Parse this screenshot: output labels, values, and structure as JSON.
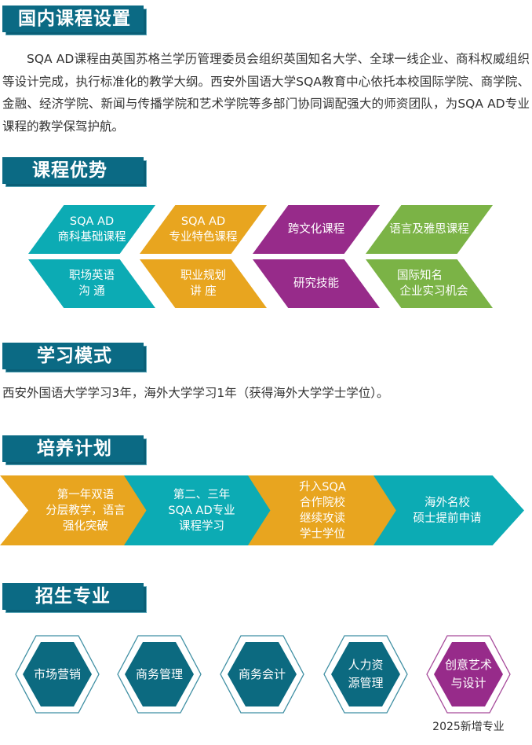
{
  "colors": {
    "header_bg": "#0b6a84",
    "teal": "#0cabb4",
    "orange": "#e8a51f",
    "purple": "#972b8a",
    "green": "#7bb346",
    "hex_fill": "#0c6a80",
    "hex_purple": "#972b8a",
    "text": "#333333"
  },
  "sections": {
    "domestic": {
      "title": "国内课程设置",
      "paragraph": "SQA AD课程由英国苏格兰学历管理委员会组织英国知名大学、全球一线企业、商科权威组织等设计完成，执行标准化的教学大纲。西安外国语大学SQA教育中心依托本校国际学院、商学院、金融、经济学院、新闻与传播学院和艺术学院等多部门协同调配强大的师资团队，为SQA AD专业课程的教学保驾护航。"
    },
    "advantages": {
      "title": "课程优势",
      "top_row": [
        {
          "line1": "SQA AD",
          "line2": "商科基础课程",
          "color": "teal"
        },
        {
          "line1": "SQA AD",
          "line2": "专业特色课程",
          "color": "orange"
        },
        {
          "line1": "跨文化课程",
          "line2": "",
          "color": "purple"
        },
        {
          "line1": "语言及雅思课程",
          "line2": "",
          "color": "green"
        }
      ],
      "bottom_row": [
        {
          "line1": "职场英语",
          "line2": "沟 通",
          "color": "teal"
        },
        {
          "line1": "职业规划",
          "line2": "讲 座",
          "color": "orange"
        },
        {
          "line1": "研究技能",
          "line2": "",
          "color": "purple"
        },
        {
          "line1": "国际知名",
          "line2": "企业实习机会",
          "color": "green"
        }
      ]
    },
    "study_mode": {
      "title": "学习模式",
      "text": "西安外国语大学学习3年，海外大学学习1年（获得海外大学学士学位）。"
    },
    "plan": {
      "title": "培养计划",
      "steps": [
        {
          "lines": [
            "第一年双语",
            "分层教学，语言",
            "强化突破"
          ],
          "color": "orange"
        },
        {
          "lines": [
            "第二、三年",
            "SQA AD专业",
            "课程学习"
          ],
          "color": "teal"
        },
        {
          "lines": [
            "升入SQA",
            "合作院校",
            "继续攻读",
            "学士学位"
          ],
          "color": "orange"
        },
        {
          "lines": [
            "海外名校",
            "硕士提前申请"
          ],
          "color": "teal"
        }
      ]
    },
    "majors": {
      "title": "招生专业",
      "items": [
        {
          "lines": [
            "市场营销"
          ],
          "new": false
        },
        {
          "lines": [
            "商务管理"
          ],
          "new": false
        },
        {
          "lines": [
            "商务会计"
          ],
          "new": false
        },
        {
          "lines": [
            "人力资",
            "源管理"
          ],
          "new": false
        },
        {
          "lines": [
            "创意艺术",
            "与设计"
          ],
          "new": true
        }
      ],
      "new_note": "2025新增专业"
    }
  }
}
